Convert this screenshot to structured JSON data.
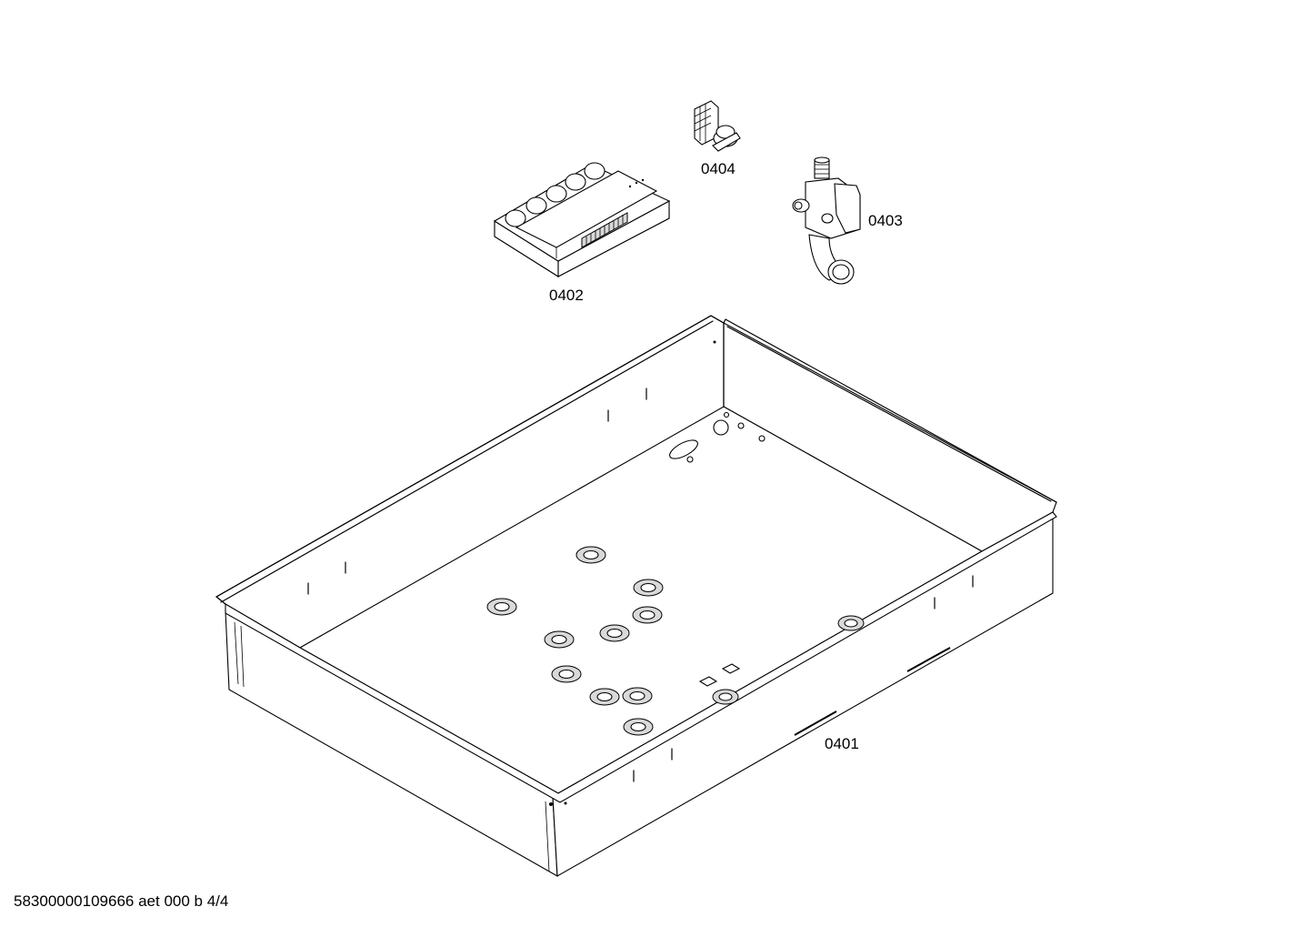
{
  "parts": [
    {
      "id": "0401",
      "name": "tray"
    },
    {
      "id": "0402",
      "name": "control-module"
    },
    {
      "id": "0403",
      "name": "gas-valve"
    },
    {
      "id": "0404",
      "name": "terminal-block"
    }
  ],
  "footer": {
    "doc_code": "58300000109666 aet 000 b 4/4"
  }
}
